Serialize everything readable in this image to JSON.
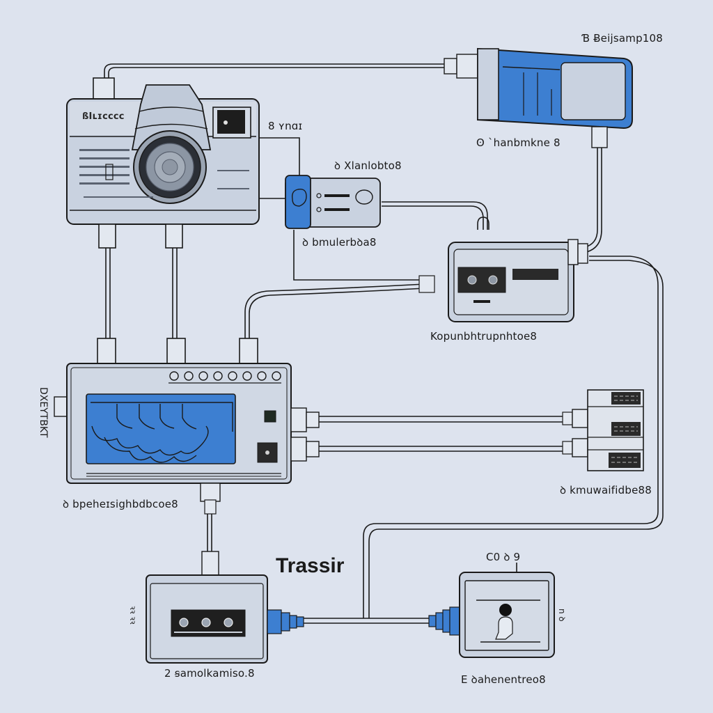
{
  "diagram": {
    "brand": "Trassir",
    "colors": {
      "background": "#dde3ee",
      "device_body": "#c9d2e0",
      "accent_blue": "#3d7fd1",
      "outline": "#1a1a1a",
      "dark_panel": "#2a2a2a"
    },
    "nodes": {
      "camera": {
        "label_top": "ßIʟɪᴄᴄᴄᴄ",
        "side_label": "8 ʏnɑɪ"
      },
      "power_adapter": {
        "label": "Ɓ Ƀeijsamp108",
        "caption": "ʘ `hanbmkne 8"
      },
      "interface_module": {
        "label": "ꝺ Xlanlobto8",
        "caption": "ꝺ bmulerbꝺa8"
      },
      "receiver": {
        "caption": "Kopunbhtrupnhtoe8"
      },
      "recorder": {
        "side_label": "DXEYTBKT",
        "caption": "ꝺ bpeheɪsighbdbcoe8"
      },
      "terminal_block": {
        "caption": "ꝺ kmuwaifidbe88"
      },
      "transmitter": {
        "side_label": "ꝛꝛ ꝛꝛ",
        "caption": "2 ꞩamolkamiso.8"
      },
      "monitor": {
        "top_label": "C0 ꝺ 9",
        "side_label": "n ꝺ",
        "caption": "E ꝺahenentreo8"
      }
    },
    "connections": [
      {
        "from": "camera",
        "to": "power_adapter"
      },
      {
        "from": "camera",
        "to": "interface_module"
      },
      {
        "from": "camera",
        "to": "recorder"
      },
      {
        "from": "interface_module",
        "to": "receiver"
      },
      {
        "from": "power_adapter",
        "to": "receiver"
      },
      {
        "from": "recorder",
        "to": "receiver"
      },
      {
        "from": "recorder",
        "to": "terminal_block"
      },
      {
        "from": "recorder",
        "to": "transmitter"
      },
      {
        "from": "transmitter",
        "to": "monitor"
      },
      {
        "from": "receiver",
        "to": "transmitter"
      }
    ]
  }
}
